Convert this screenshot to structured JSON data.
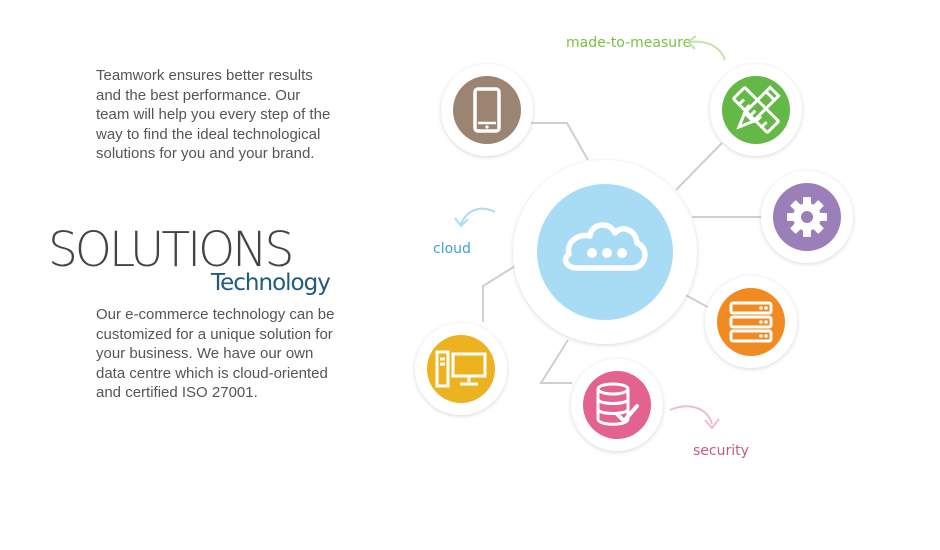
{
  "intro_text": "Teamwork ensures better results and the best performance. Our team will help you every step of the way to find the ideal technological solutions for you and your brand.",
  "title": "SOLUTIONS",
  "subtitle": "Technology",
  "body_text": "Our e-commerce technology can be customized for a unique solution for your business. We have our own data centre which is cloud-oriented and certified ISO 27001.",
  "labels": {
    "made_to_measure": "made-to-measure",
    "cloud": "cloud",
    "security": "security"
  },
  "colors": {
    "center": "#a8dcf5",
    "mobile": "#9c8473",
    "design": "#63b846",
    "settings": "#9b7fbb",
    "server": "#f28a22",
    "desktop": "#ecb21f",
    "database": "#e4628f",
    "label_green": "#7ac142",
    "label_blue": "#3aa3d8",
    "label_pink": "#c75a83",
    "subtitle": "#1f5a85"
  },
  "icons": {
    "center": "cloud-icon",
    "mobile": "smartphone-icon",
    "design": "pencil-ruler-icon",
    "settings": "gear-icon",
    "server": "server-icon",
    "desktop": "desktop-computer-icon",
    "database": "database-check-icon"
  }
}
